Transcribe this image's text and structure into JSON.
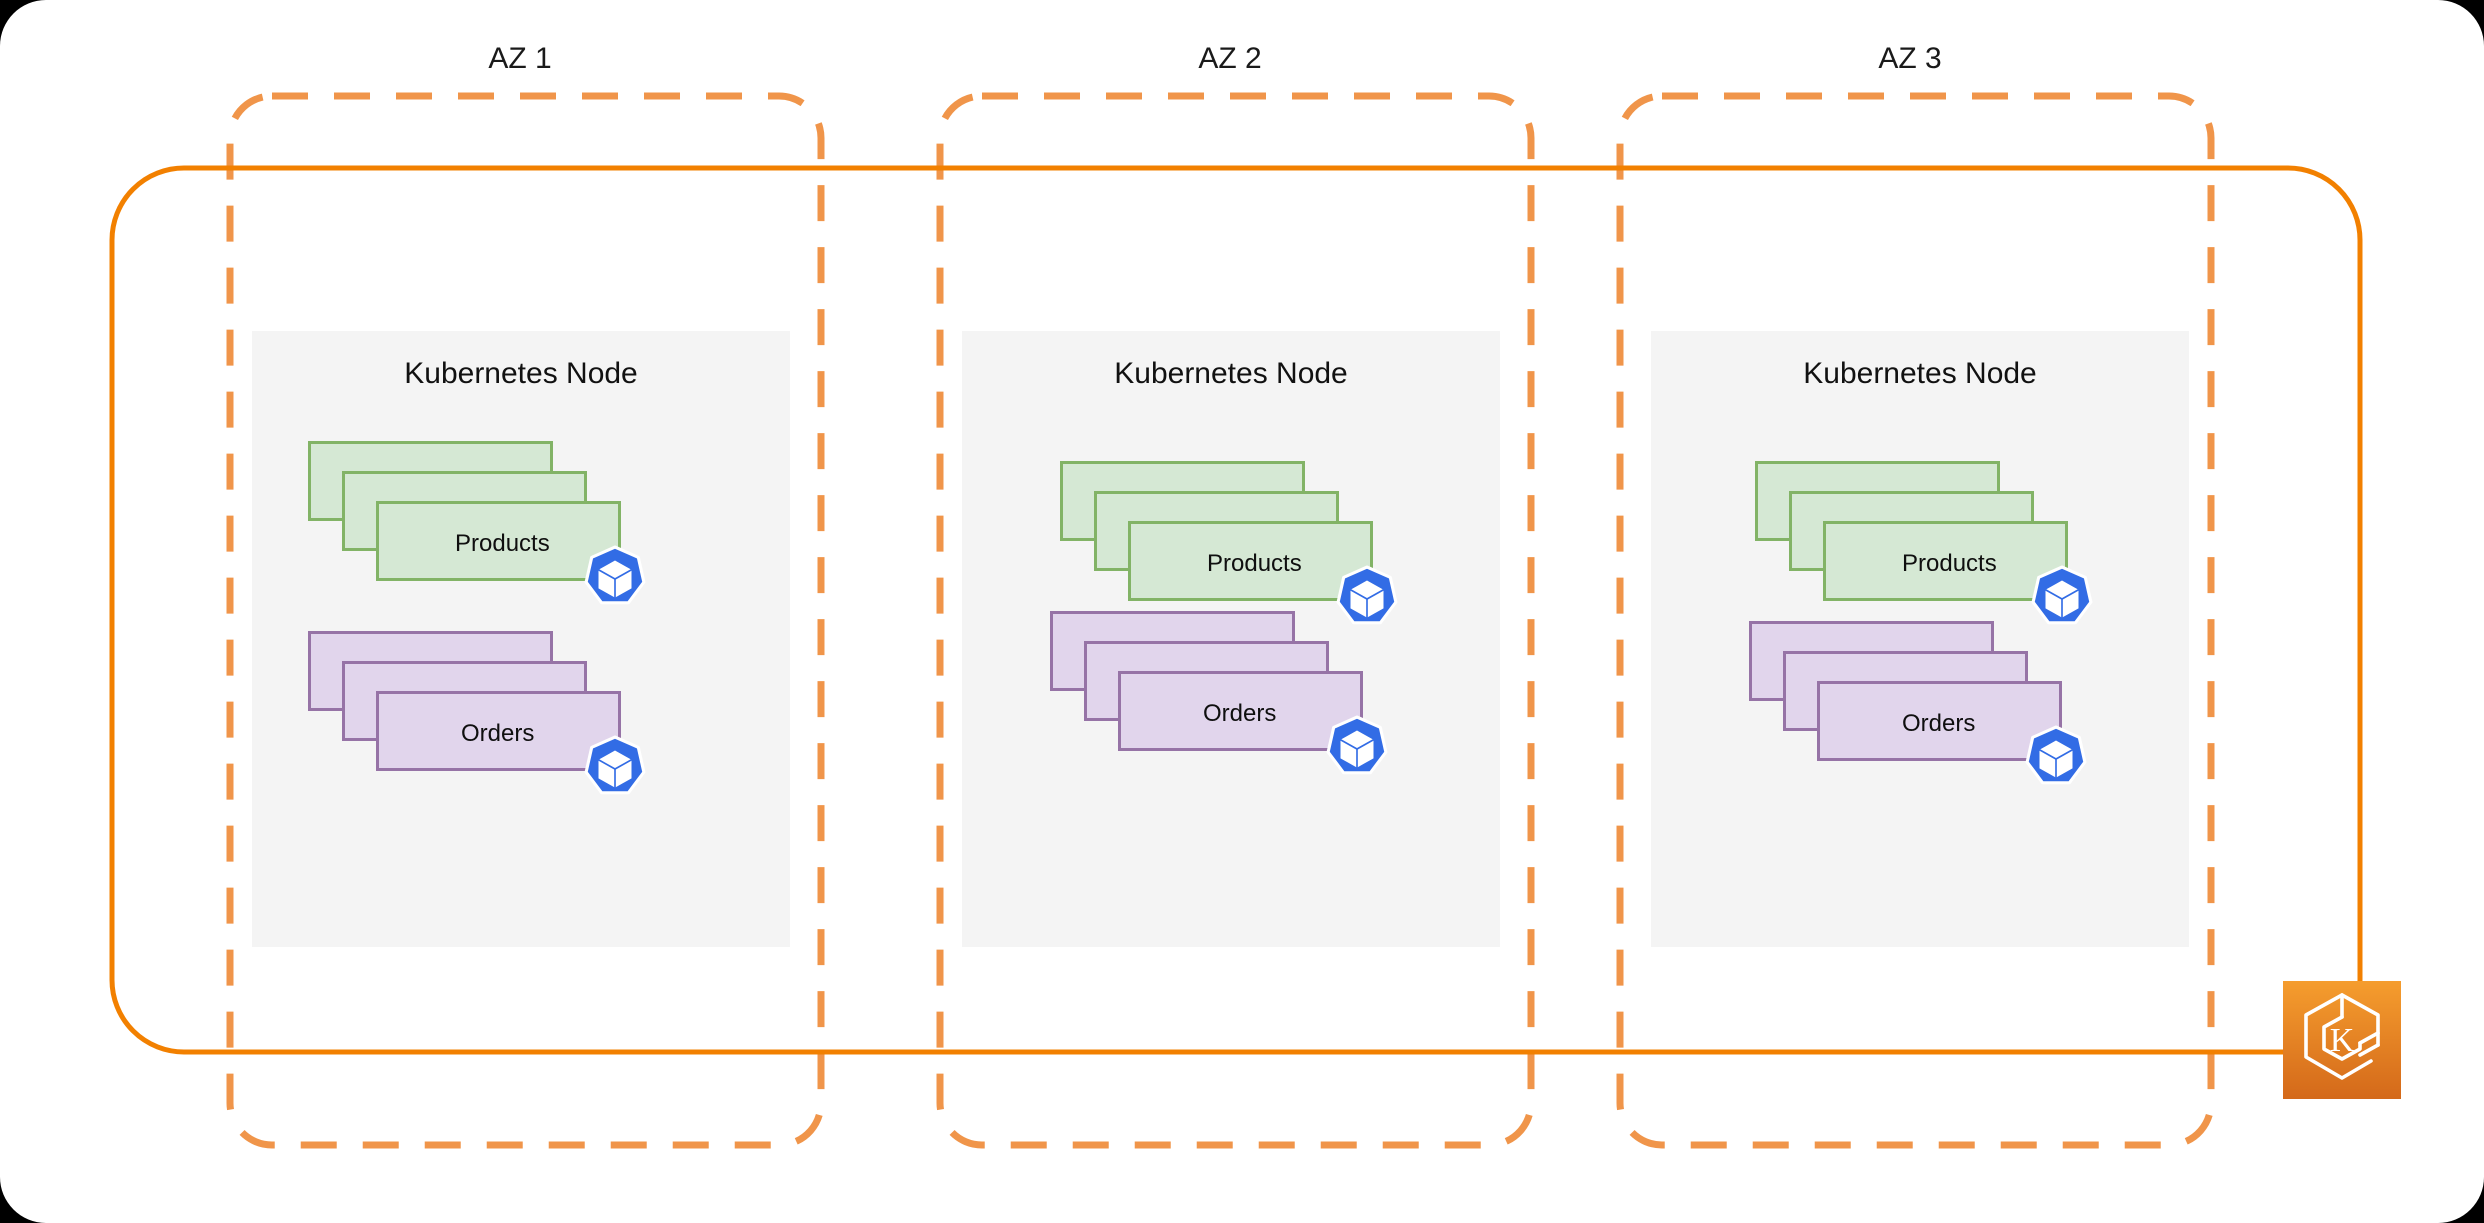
{
  "diagram": {
    "title": "Amazon EKS multi-AZ Kubernetes cluster with Products and Orders pods",
    "colors": {
      "page_background": "#000000",
      "plate_background": "#ffffff",
      "cluster_border": "#F28000",
      "az_border": "#F0954A",
      "node_fill": "#F4F4F4",
      "pod_green_fill": "#D5E8D4",
      "pod_green_border": "#82B366",
      "pod_purple_fill": "#E1D5EC",
      "pod_purple_border": "#9673A6",
      "k8s_icon_blue": "#326CE5",
      "eks_orange_top": "#F59D2E",
      "eks_orange_bottom": "#D4691A",
      "text": "#1a1a1a"
    },
    "cluster": {
      "name": "eks-cluster-boundary",
      "style": "solid rounded rectangle"
    },
    "availability_zones": [
      {
        "id": "az-1",
        "label": "AZ 1",
        "node": {
          "label": "Kubernetes Node",
          "workloads": [
            {
              "id": "products",
              "label": "Products",
              "replicas": 3,
              "color": "green",
              "icon": "kubernetes-pod-icon"
            },
            {
              "id": "orders",
              "label": "Orders",
              "replicas": 3,
              "color": "purple",
              "icon": "kubernetes-pod-icon"
            }
          ]
        }
      },
      {
        "id": "az-2",
        "label": "AZ 2",
        "node": {
          "label": "Kubernetes Node",
          "workloads": [
            {
              "id": "products",
              "label": "Products",
              "replicas": 3,
              "color": "green",
              "icon": "kubernetes-pod-icon"
            },
            {
              "id": "orders",
              "label": "Orders",
              "replicas": 3,
              "color": "purple",
              "icon": "kubernetes-pod-icon"
            }
          ]
        }
      },
      {
        "id": "az-3",
        "label": "AZ 3",
        "node": {
          "label": "Kubernetes Node",
          "workloads": [
            {
              "id": "products",
              "label": "Products",
              "replicas": 3,
              "color": "green",
              "icon": "kubernetes-pod-icon"
            },
            {
              "id": "orders",
              "label": "Orders",
              "replicas": 3,
              "color": "purple",
              "icon": "kubernetes-pod-icon"
            }
          ]
        }
      }
    ],
    "badge": {
      "id": "eks-badge",
      "icon": "aws-eks-icon",
      "glyph": "K"
    }
  }
}
